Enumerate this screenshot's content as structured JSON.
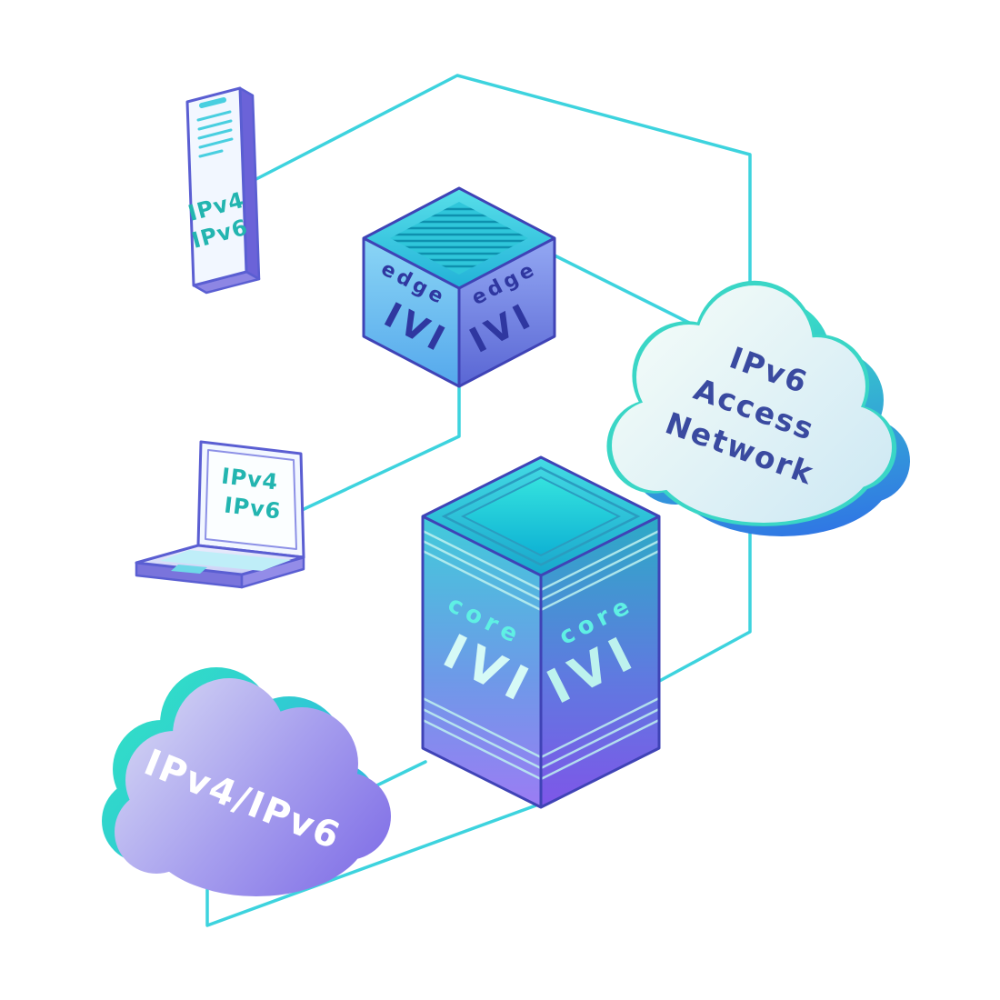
{
  "diagram": {
    "colors": {
      "connector": "#3dd3de",
      "outline": "#3f43b6",
      "device_label": "#23b5b0",
      "router_label": "#2f37a0",
      "core_label": "#5ff0e4",
      "access_cloud_label": "#3a4aa0",
      "transit_cloud_label": "#ffffff"
    },
    "phone": {
      "label_line1": "IPv4",
      "label_line2": "IPv6"
    },
    "laptop": {
      "label_line1": "IPv4",
      "label_line2": "IPv6"
    },
    "edge_router": {
      "left_label": "edge",
      "left_logo": "IVI",
      "right_label": "edge",
      "right_logo": "IVI"
    },
    "core_router": {
      "left_label": "core",
      "left_logo": "IVI",
      "right_label": "core",
      "right_logo": "IVI"
    },
    "ipv6_access_cloud": {
      "line1": "IPv6",
      "line2": "Access",
      "line3": "Network"
    },
    "ipv4_ipv6_cloud": {
      "label": "IPv4/IPv6"
    }
  }
}
